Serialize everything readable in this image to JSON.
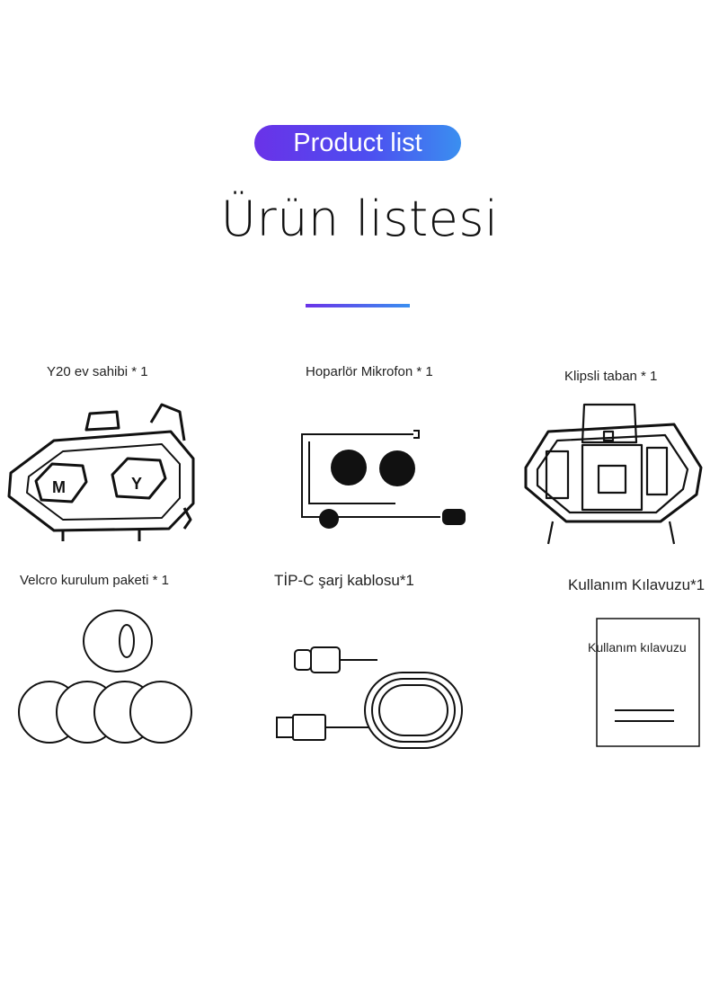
{
  "header": {
    "badge": "Product list",
    "title": "Ürün listesi"
  },
  "accent_colors": [
    "#6a32e8",
    "#3a8ff0"
  ],
  "items": [
    {
      "label": "Y20 ev sahibi * 1",
      "icon": "bluetooth-intercom-device"
    },
    {
      "label": "Hoparlör Mikrofon * 1",
      "icon": "speaker-microphone-headset"
    },
    {
      "label": "Klipsli taban * 1",
      "icon": "clip-base-mount"
    },
    {
      "label": "Velcro kurulum paketi * 1",
      "icon": "velcro-pads"
    },
    {
      "label": "TİP-C şarj kablosu*1",
      "icon": "usb-type-c-cable"
    },
    {
      "label": "Kullanım Kılavuzu*1",
      "icon": "user-manual-booklet"
    }
  ],
  "manual_cover_text": "Kullanım kılavuzu"
}
